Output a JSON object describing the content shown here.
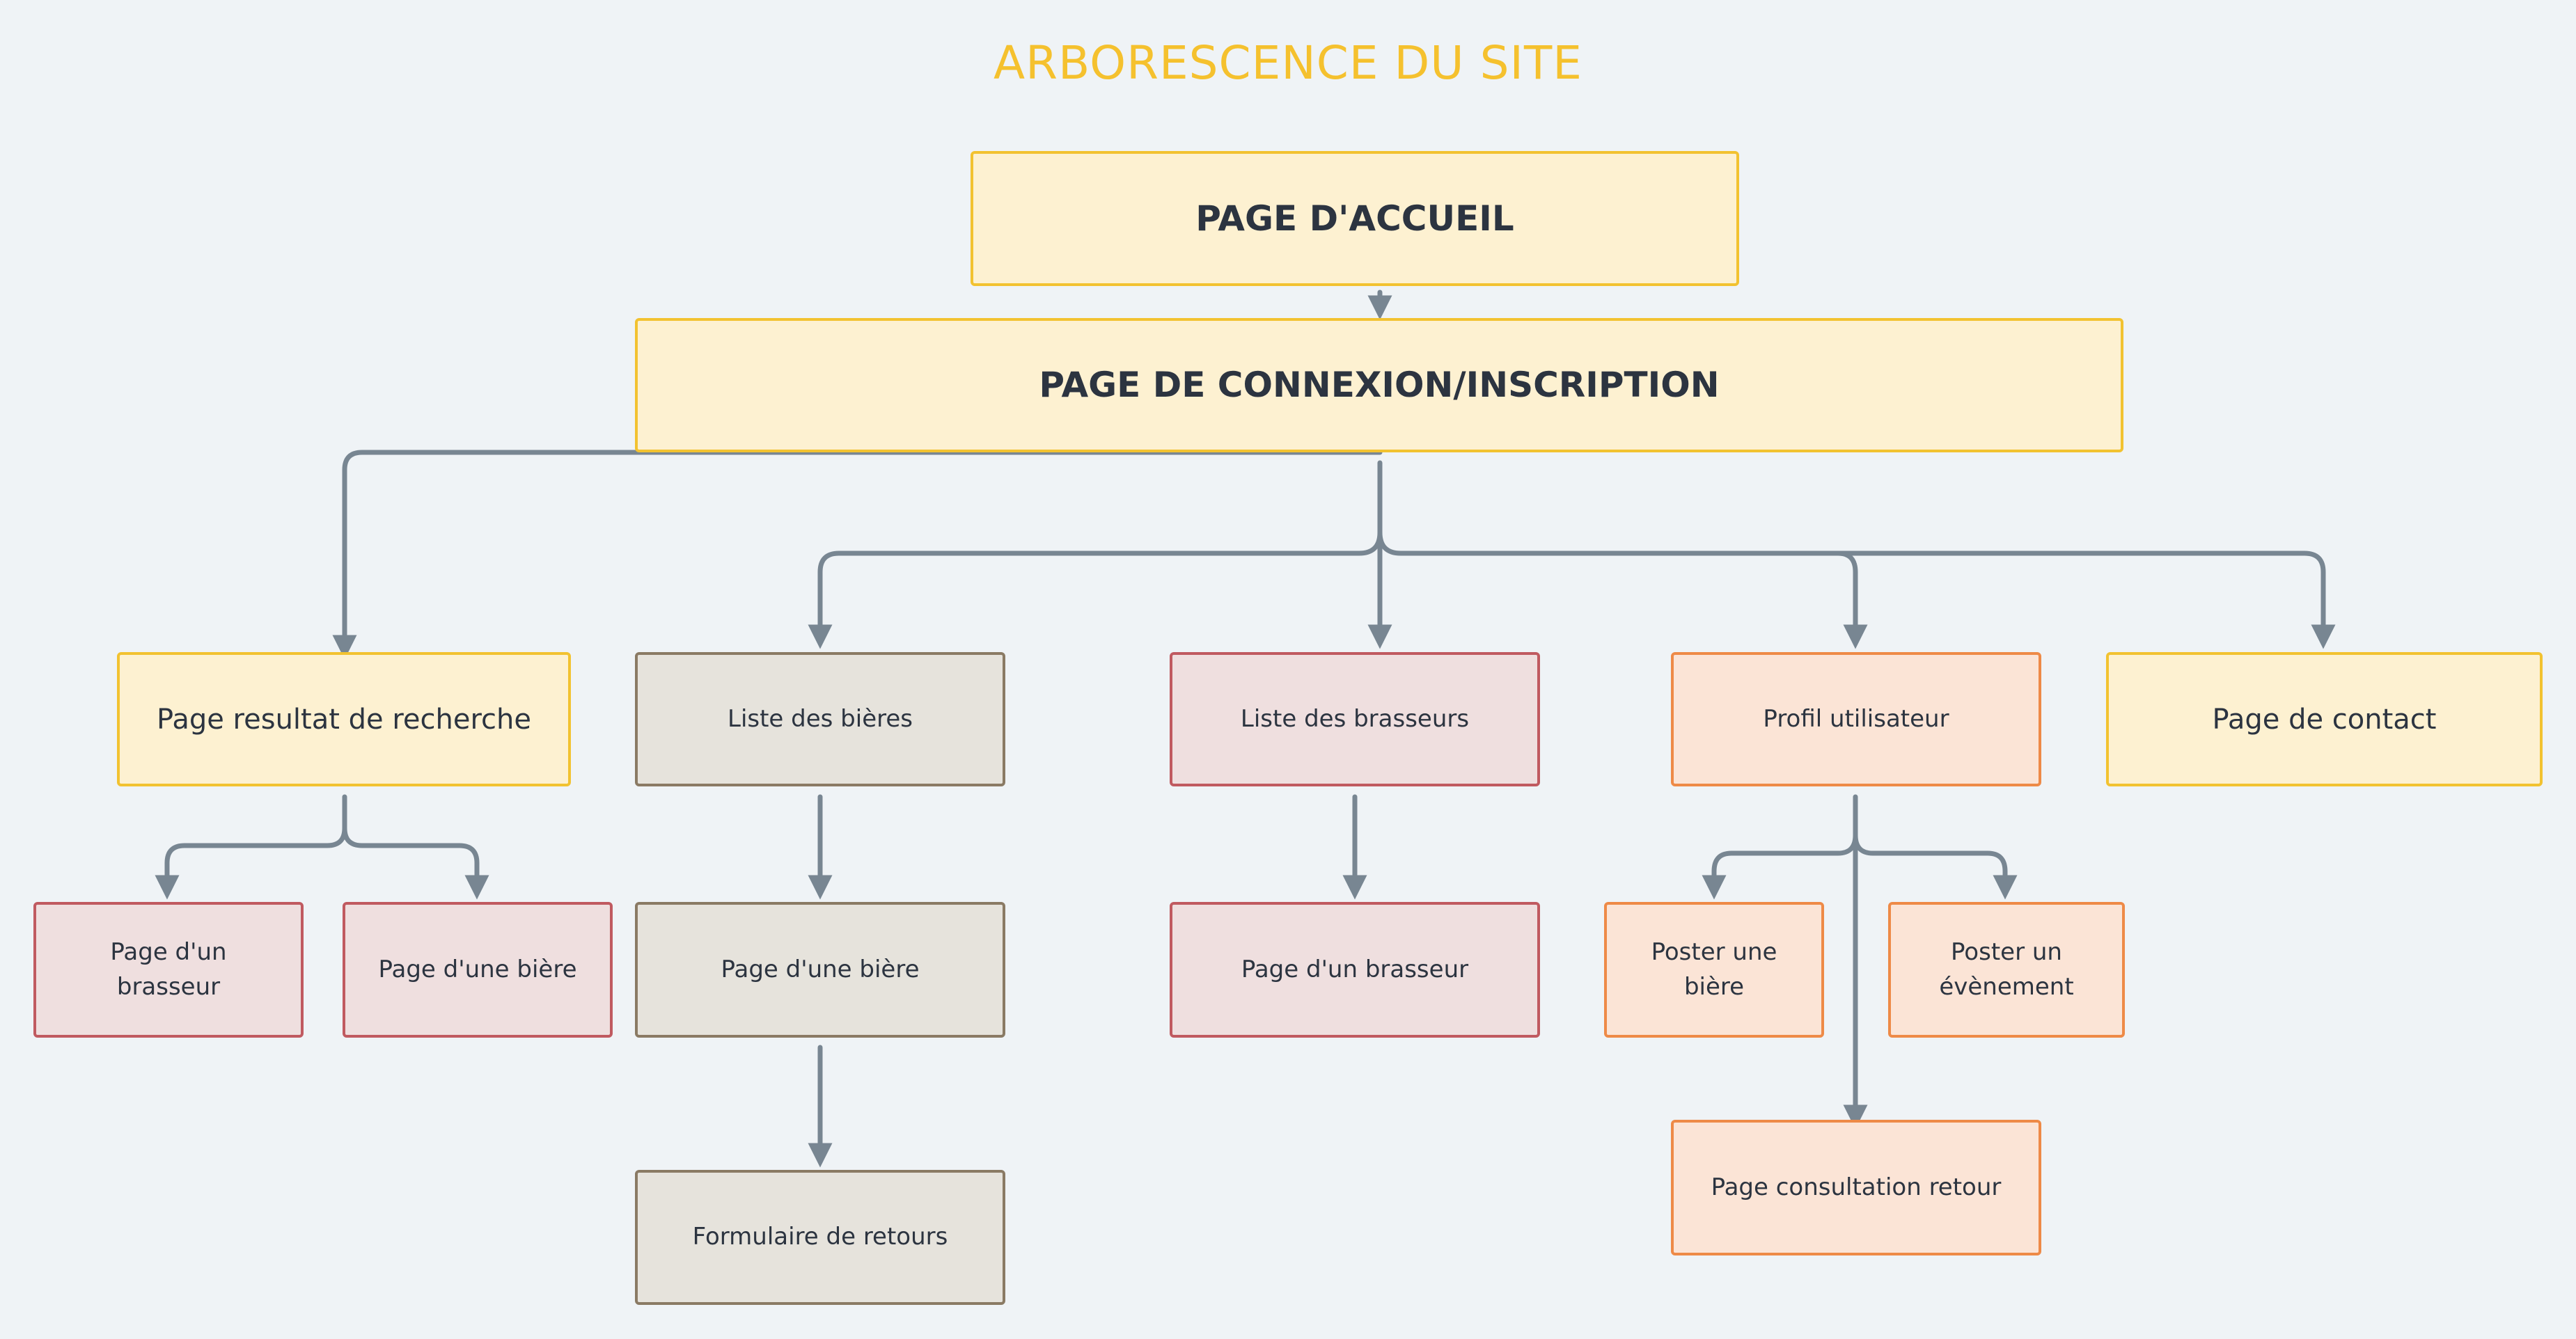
{
  "title": "ARBORESCENCE DU SITE",
  "nodes": {
    "accueil": "PAGE D'ACCUEIL",
    "connexion": "PAGE DE CONNEXION/INSCRIPTION",
    "recherche": "Page resultat de recherche",
    "bieres": "Liste des bières",
    "brasseurs": "Liste des brasseurs",
    "profil": "Profil utilisateur",
    "contact": "Page de contact",
    "recherche_brasseur": "Page d'un brasseur",
    "recherche_biere": "Page d'une bière",
    "bieres_page": "Page d'une bière",
    "bieres_formulaire": "Formulaire de retours",
    "brasseurs_page": "Page d'un brasseur",
    "profil_poster_biere": "Poster une bière",
    "profil_poster_evenement": "Poster un évènement",
    "profil_consultation": "Page consultation retour"
  },
  "colors": {
    "title": "#F5C12E",
    "connector": "#788692",
    "yellow_fill": "#FDF1D1",
    "yellow_border": "#F2C230",
    "beige_fill": "#E6E3DC",
    "beige_border": "#8A7A64",
    "pink_fill": "#EFDFDF",
    "pink_border": "#C05A60",
    "peach_fill": "#FBE4D6",
    "peach_border": "#EE8A47"
  }
}
